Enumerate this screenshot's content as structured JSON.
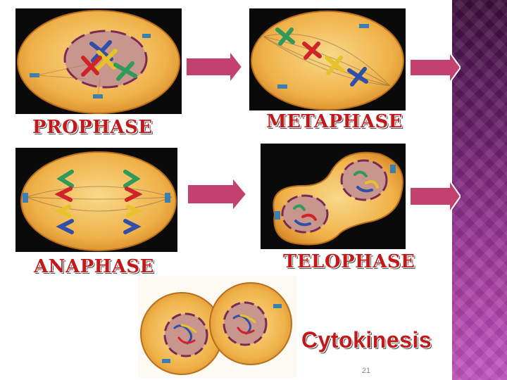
{
  "labels": {
    "prophase": "PROPHASE",
    "metaphase": "METAPHASE",
    "anaphase": "ANAPHASE",
    "telophase": "TELOPHASE",
    "cytokinesis": "Cytokinesis"
  },
  "page_number": "21",
  "colors": {
    "label_red": "#c21a1a",
    "arrow_fill": "#c2416e",
    "cell_fill": "#f0b24a",
    "nucleus_fill": "#c9968d",
    "strip_purple": "#8b2a88"
  },
  "icons": [
    "arrow-right-icon"
  ]
}
